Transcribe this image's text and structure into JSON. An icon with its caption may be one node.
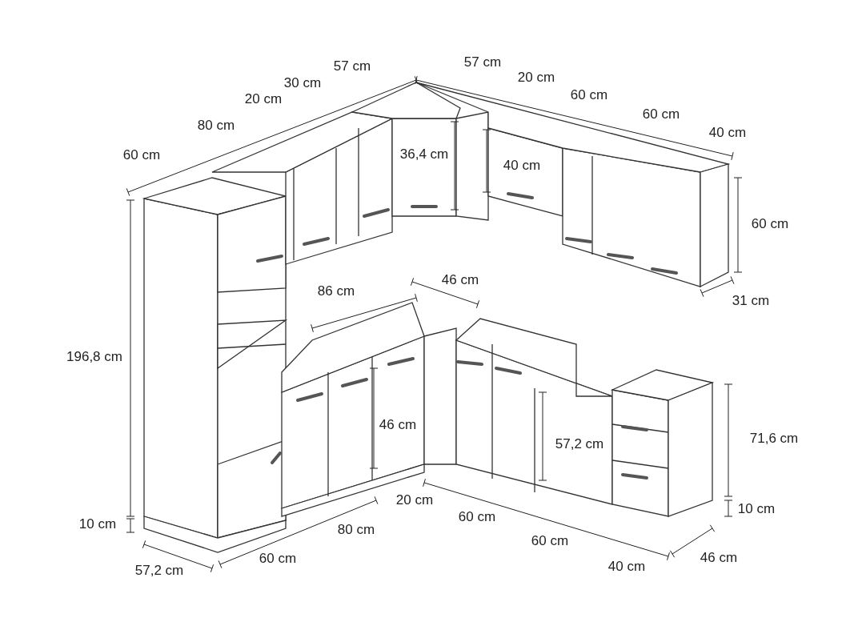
{
  "diagram": {
    "labels": [
      "57 cm",
      "57 cm",
      "30 cm",
      "20 cm",
      "20 cm",
      "60 cm",
      "80 cm",
      "60 cm",
      "40 cm",
      "60 cm",
      "36,4 cm",
      "40 cm",
      "60 cm",
      "31 cm",
      "86 cm",
      "46 cm",
      "196,8 cm",
      "46 cm",
      "57,2 cm",
      "71,6 cm",
      "20 cm",
      "10 cm",
      "60 cm",
      "10 cm",
      "80 cm",
      "60 cm",
      "60 cm",
      "46 cm",
      "40 cm",
      "57,2 cm"
    ]
  }
}
